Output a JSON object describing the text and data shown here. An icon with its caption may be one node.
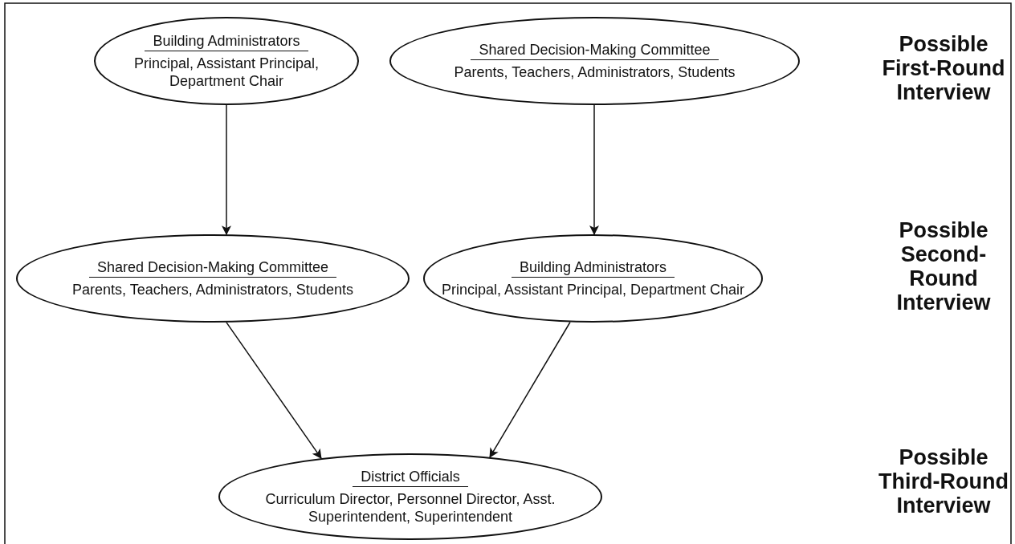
{
  "diagram": {
    "nodes": [
      {
        "text": [
          "Building Administrators",
          "Principal, Assistant Principal, Department Chair"
        ]
      },
      {
        "text": [
          "Shared Decision-Making Committee",
          "Parents, Teachers, Administrators, Students"
        ]
      },
      {
        "text": [
          "Shared Decision-Making Committee",
          "Parents, Teachers, Administrators, Students"
        ]
      },
      {
        "text": [
          "Building Administrators",
          "Principal, Assistant Principal, Department Chair"
        ]
      },
      {
        "text": [
          "District Officials",
          "Curriculum Director, Personnel Director, Asst. Superintendent, Superintendent"
        ]
      }
    ],
    "edges": [
      {
        "from": 0,
        "to": 2,
        "arrow": "to"
      },
      {
        "from": 1,
        "to": 3,
        "arrow": "to"
      },
      {
        "from": 2,
        "to": 4,
        "arrow": "to"
      },
      {
        "from": 3,
        "to": 4,
        "arrow": "to"
      }
    ],
    "labels": [
      "Possible First-Round Interview",
      "Possible Second-Round Interview",
      "Possible Third-Round Interview"
    ]
  }
}
